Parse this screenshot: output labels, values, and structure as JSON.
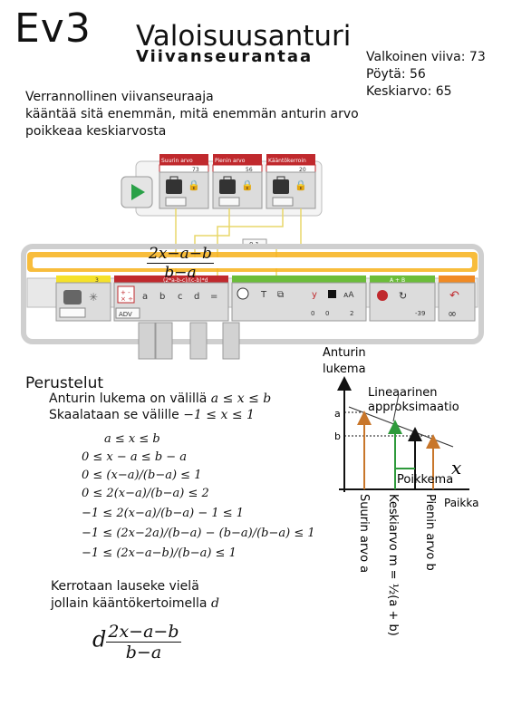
{
  "header": {
    "ev3": "Ev3",
    "title": "Valoisuusanturi",
    "subtitle": "Viivanseurantaa"
  },
  "values": {
    "white_line": "Valkoinen viiva: 73",
    "table": "Pöytä: 56",
    "average": "Keskiarvo: 65"
  },
  "description": {
    "line1": "Verrannollinen viivanseuraaja",
    "line2": "kääntää sitä enemmän, mitä enemmän anturin arvo",
    "line3": "poikkeaa keskiarvosta"
  },
  "program": {
    "var_blocks": [
      {
        "label": "Suurin arvo",
        "value": "73"
      },
      {
        "label": "Pienin arvo",
        "value": "56"
      },
      {
        "label": "Kääntökerroin",
        "value": "20"
      }
    ],
    "wire_value": "0.1",
    "overlay_formula": {
      "num": "2x−a−b",
      "den": "b−a"
    },
    "sensor_port": "3",
    "math_formula": "(2*a-b-c)/(c-b)*d",
    "math_adv": "ADV",
    "math_inputs": [
      "a",
      "b",
      "c",
      "d"
    ],
    "compare_values": [
      "0",
      "0",
      "2"
    ],
    "move_ports": "A + B",
    "move_speed": "-39",
    "loop_symbol": "∞"
  },
  "perustelut": {
    "heading": "Perustelut",
    "line1": "Anturin lukema on välillä",
    "line1_math": "a ≤ x ≤ b",
    "line2": "Skaalataan se välille",
    "line2_math": "−1 ≤ x ≤ 1"
  },
  "derivation": [
    "a ≤ x ≤ b",
    "0 ≤ x − a ≤ b − a",
    "0 ≤ (x−a)/(b−a) ≤ 1",
    "0 ≤ 2(x−a)/(b−a) ≤ 2",
    "−1 ≤ 2(x−a)/(b−a) − 1 ≤ 1",
    "−1 ≤ (2x−2a)/(b−a) − (b−a)/(b−a) ≤ 1",
    "−1 ≤ (2x−a−b)/(b−a) ≤ 1"
  ],
  "kerrotaan": {
    "line1": "Kerrotaan lauseke vielä",
    "line2": "jollain kääntökertoimella",
    "var": "d",
    "expr_num": "2x−a−b",
    "expr_den": "b−a"
  },
  "graph": {
    "y_axis": "Anturin lukema",
    "x_axis_symbol": "x",
    "x_axis": "Paikka",
    "approx_label": "Lineaarinen approksimaatio",
    "tick_a": "a",
    "tick_b": "b",
    "deviation": "Poikkema",
    "label_max": "Suurin arvo a",
    "label_mid": "Keskiarvo m = ½(a + b)",
    "label_min": "Pienin arvo b",
    "colors": {
      "orange": "#c8762a",
      "green": "#2e9a3b",
      "black": "#111111"
    }
  }
}
